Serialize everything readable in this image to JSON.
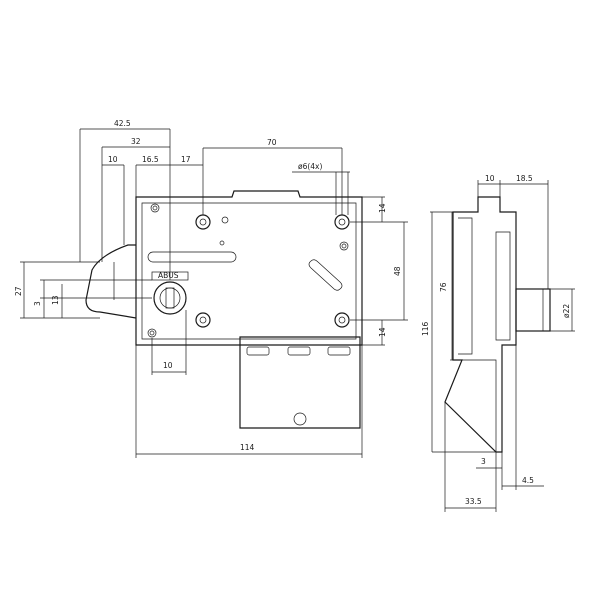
{
  "dimensions": {
    "d_42_5": "42.5",
    "d_32": "32",
    "d_10_top": "10",
    "d_16_5": "16.5",
    "d_17": "17",
    "d_70": "70",
    "d_hole": "ø6(4x)",
    "d_14_top": "14",
    "d_48": "48",
    "d_14_bot": "14",
    "d_27": "27",
    "d_3_left": "3",
    "d_13": "13",
    "d_10_bot": "10",
    "d_114": "114",
    "d_side_10": "10",
    "d_side_18_5": "18.5",
    "d_76": "76",
    "d_116": "116",
    "d_22": "ø22",
    "d_3_side": "3",
    "d_4_5": "4.5",
    "d_33_5": "33.5"
  },
  "logo_text": "ABUS"
}
